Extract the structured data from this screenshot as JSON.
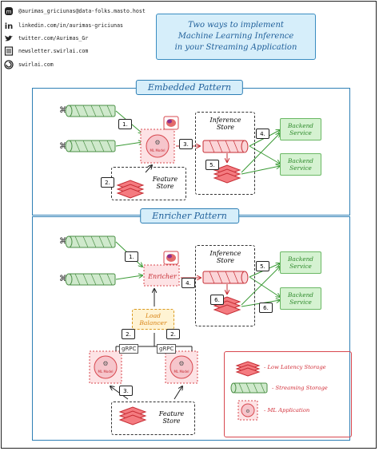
{
  "title": {
    "lines": [
      "Two ways to implement",
      "Machine Learning Inference",
      "in your Streaming Application"
    ]
  },
  "social": [
    {
      "icon": "mastodon-icon",
      "text": "@aurimas_griciunas@data-folks.masto.host"
    },
    {
      "icon": "linkedin-icon",
      "text": "linkedin.com/in/aurimas-griciunas"
    },
    {
      "icon": "twitter-icon",
      "text": "twitter.com/Aurimas_Gr"
    },
    {
      "icon": "newsletter-icon",
      "text": "newsletter.swirlai.com"
    },
    {
      "icon": "swirlai-icon",
      "text": "swirlai.com"
    }
  ],
  "embedded": {
    "title": "Embedded Pattern",
    "inference_store": "Inference Store",
    "feature_store": "Feature Store",
    "backend_1": "Backend Service",
    "backend_2": "Backend Service",
    "ml_model": "ML Model",
    "steps": [
      "1.",
      "2.",
      "3.",
      "4.",
      "5."
    ]
  },
  "enricher": {
    "title": "Enricher Pattern",
    "inference_store": "Inference Store",
    "feature_store": "Feature Store",
    "enricher": "Enricher",
    "load_balancer": "Load Balancer",
    "backend_1": "Backend Service",
    "backend_2": "Backend Service",
    "grpc_1": "gRPC",
    "grpc_2": "gRPC",
    "ml_model_1": "ML Model",
    "ml_model_2": "ML Model",
    "steps": [
      "1.",
      "2.",
      "3.",
      "4.",
      "5.",
      "6."
    ]
  },
  "legend": {
    "items": [
      {
        "icon": "low-latency-storage-icon",
        "text": "- Low Latency Storage"
      },
      {
        "icon": "streaming-storage-icon",
        "text": "- Streaming Storage"
      },
      {
        "icon": "ml-application-icon",
        "text": "- ML Application"
      }
    ]
  },
  "colors": {
    "blue": "#2e7fb5",
    "green": "#6bb865",
    "red": "#d8484f",
    "orange": "#d99a22"
  }
}
